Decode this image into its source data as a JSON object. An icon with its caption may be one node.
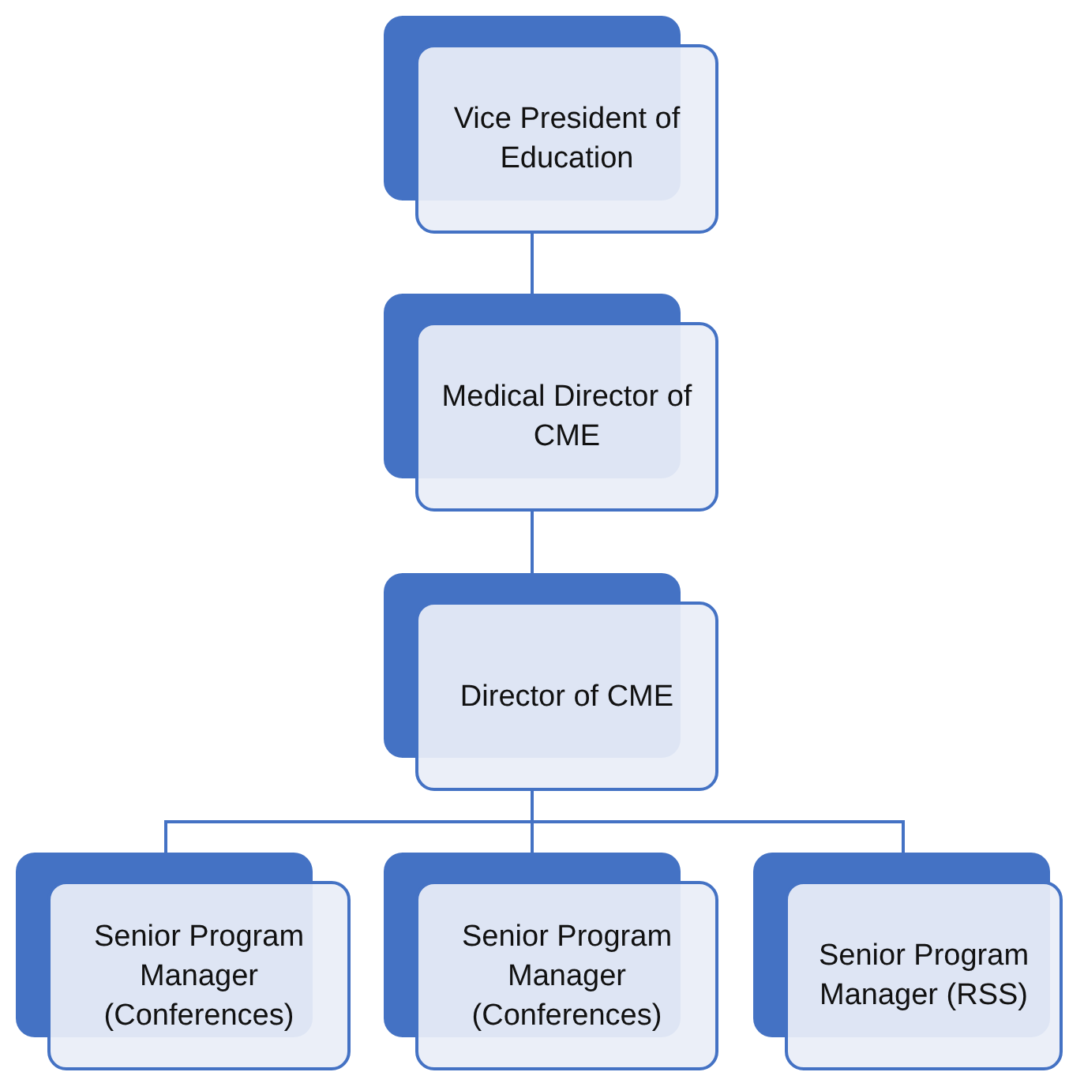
{
  "diagram": {
    "nodes": [
      {
        "text": [
          "Vice President of Education"
        ]
      },
      {
        "text": [
          "Medical Director of CME"
        ]
      },
      {
        "text": [
          "Director of CME"
        ]
      },
      {
        "text": [
          "Senior Program Manager (Conferences)"
        ]
      },
      {
        "text": [
          "Senior Program Manager (Conferences)"
        ]
      },
      {
        "text": [
          "Senior Program Manager (RSS)"
        ]
      }
    ],
    "edges": [
      {
        "from": 0,
        "to": 1,
        "arrow": "none"
      },
      {
        "from": 1,
        "to": 2,
        "arrow": "none"
      },
      {
        "from": 2,
        "to": 3,
        "arrow": "none"
      },
      {
        "from": 2,
        "to": 4,
        "arrow": "none"
      },
      {
        "from": 2,
        "to": 5,
        "arrow": "none"
      }
    ]
  }
}
